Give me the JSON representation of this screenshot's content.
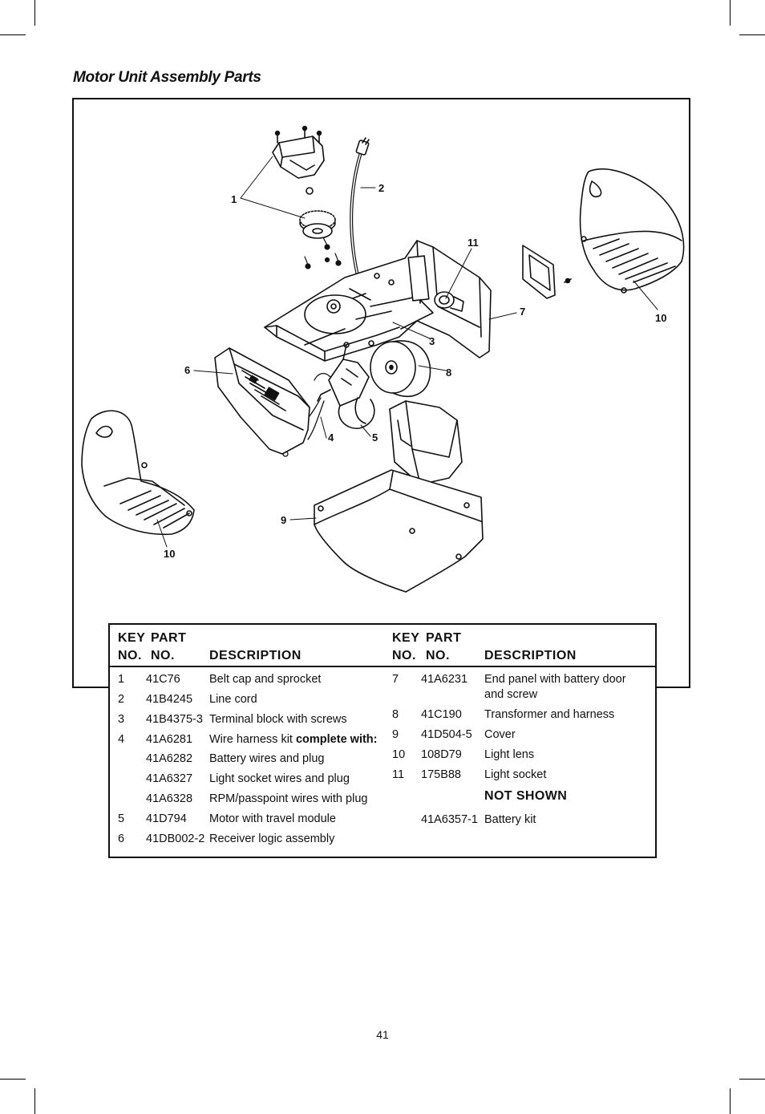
{
  "title": "Motor Unit Assembly Parts",
  "figure": {
    "callouts": [
      "1",
      "2",
      "3",
      "4",
      "5",
      "6",
      "7",
      "8",
      "9",
      "10",
      "10",
      "11"
    ]
  },
  "table": {
    "left_header": {
      "key_line1": "KEY",
      "key_line2": "NO.",
      "part_line1": "PART",
      "part_line2": "NO.",
      "desc": "DESCRIPTION"
    },
    "right_header": {
      "key_line1": "KEY",
      "key_line2": "NO.",
      "part_line1": "PART",
      "part_line2": "NO.",
      "desc": "DESCRIPTION"
    },
    "left_rows": [
      {
        "key": "1",
        "part": "41C76",
        "desc": "Belt cap and sprocket"
      },
      {
        "key": "2",
        "part": "41B4245",
        "desc": "Line cord"
      },
      {
        "key": "3",
        "part": "41B4375-3",
        "desc": "Terminal block with screws"
      },
      {
        "key": "4",
        "part": "41A6281",
        "desc": "Wire harness kit ",
        "desc_bold": "complete with:"
      },
      {
        "key": "",
        "part": "41A6282",
        "desc": "Battery wires and plug"
      },
      {
        "key": "",
        "part": "41A6327",
        "desc": "Light socket wires and plug"
      },
      {
        "key": "",
        "part": "41A6328",
        "desc": "RPM/passpoint wires with plug"
      },
      {
        "key": "5",
        "part": "41D794",
        "desc": "Motor with travel module"
      },
      {
        "key": "6",
        "part": "41DB002-2",
        "desc": "Receiver logic assembly"
      }
    ],
    "right_rows": [
      {
        "key": "7",
        "part": "41A6231",
        "desc": "End panel with battery door and screw"
      },
      {
        "key": "8",
        "part": "41C190",
        "desc": "Transformer and harness"
      },
      {
        "key": "9",
        "part": "41D504-5",
        "desc": "Cover"
      },
      {
        "key": "10",
        "part": "108D79",
        "desc": "Light lens"
      },
      {
        "key": "11",
        "part": "175B88",
        "desc": "Light socket"
      }
    ],
    "not_shown_heading": "NOT SHOWN",
    "not_shown_rows": [
      {
        "key": "",
        "part": "41A6357-1",
        "desc": "Battery kit"
      }
    ]
  },
  "page_number": "41"
}
